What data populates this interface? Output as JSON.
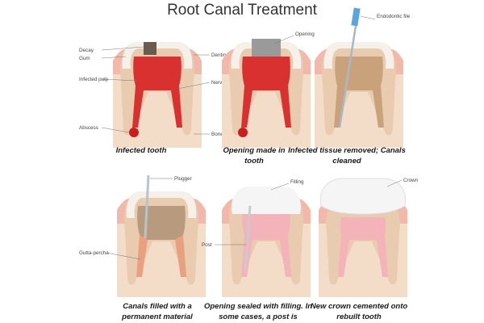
{
  "title": "Root Canal Treatment",
  "colors": {
    "gum": "#f2b9ab",
    "bone": "#f4ddc8",
    "dentin": "#e9cbb0",
    "enamel": "#f5f1ea",
    "pulp": "#d93030",
    "clean_canal": "#f3b3b8",
    "filling": "#b89a7e",
    "gutta_percha": "#e8a080",
    "post": "#c8ccd0",
    "crown": "#f5f5f5"
  },
  "panels": [
    {
      "caption": "Infected tooth",
      "labels": {
        "decay": "Decay",
        "gum": "Gum",
        "infected_pulp": "Infected pulp",
        "abscess": "Abscess",
        "dentin": "Dentin",
        "nerves": "Nerves, blood vessels",
        "bone": "Bone"
      }
    },
    {
      "caption": "Opening made in tooth",
      "labels": {
        "opening": "Opening"
      }
    },
    {
      "caption": "Infected tissue removed; Canals cleaned",
      "labels": {
        "file": "Endodontic file"
      }
    },
    {
      "caption": "Canals filled with a permanent material",
      "labels": {
        "plugger": "Plugger",
        "gutta": "Gutta-percha"
      }
    },
    {
      "caption": "Opening sealed with filling. In some cases, a post is",
      "labels": {
        "filling": "Filling",
        "post": "Post"
      }
    },
    {
      "caption": "New crown cemented onto rebuilt tooth",
      "labels": {
        "crown": "Crown"
      }
    }
  ]
}
